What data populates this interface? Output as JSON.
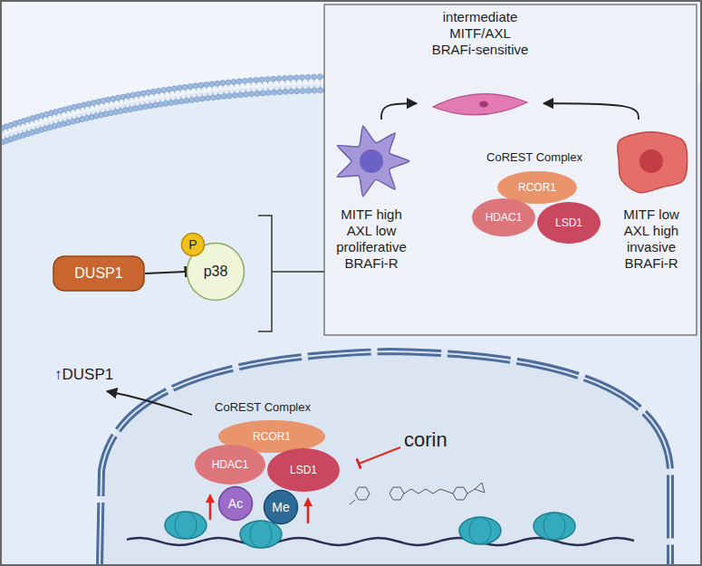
{
  "diagram": {
    "nodes": [
      {
        "text": [
          "intermediate",
          "MITF/AXL",
          "BRAFi-sensitive"
        ]
      },
      {
        "text": [
          "MITF high",
          "AXL low",
          "proliferative",
          "BRAFi-R"
        ]
      },
      {
        "text": [
          "CoREST Complex"
        ]
      },
      {
        "text": [
          "RCOR1"
        ],
        "in": 2
      },
      {
        "text": [
          "HDAC1"
        ],
        "in": 2
      },
      {
        "text": [
          "LSD1"
        ],
        "in": 2
      },
      {
        "text": [
          "MITF low",
          "AXL high",
          "invasive",
          "BRAFi-R"
        ]
      },
      {
        "text": [
          "DUSP1"
        ]
      },
      {
        "text": [
          "p38"
        ]
      },
      {
        "text": [
          "P"
        ],
        "in": 8
      },
      {
        "text": [
          "CoREST Complex"
        ]
      },
      {
        "text": [
          "RCOR1"
        ],
        "in": 10
      },
      {
        "text": [
          "HDAC1"
        ],
        "in": 10
      },
      {
        "text": [
          "LSD1"
        ],
        "in": 10
      },
      {
        "text": [
          "Ac"
        ],
        "in": 10
      },
      {
        "text": [
          "Me"
        ],
        "in": 10
      }
    ],
    "edges": [
      {
        "from": 1,
        "to": 0,
        "arrow": "to"
      },
      {
        "from": 6,
        "to": 0,
        "arrow": "to"
      },
      {
        "from": 7,
        "to": 8,
        "arrow": "to"
      }
    ],
    "labels": [
      "↑DUSP1",
      "corin"
    ]
  }
}
